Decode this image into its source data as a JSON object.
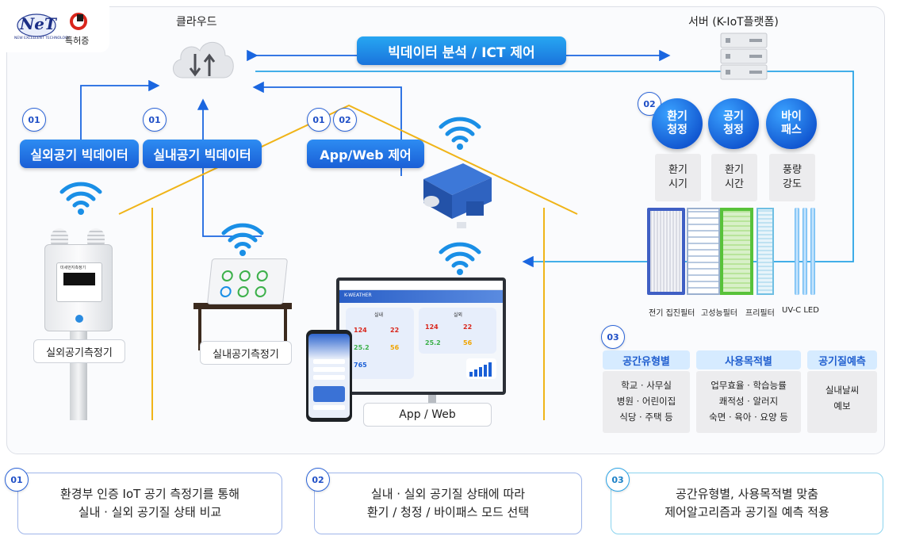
{
  "logo": {
    "brand": "NeT",
    "brand_sub": "NEW EXCELLENT TECHNOLOGY",
    "patent": "특허증"
  },
  "top": {
    "cloud_label": "클라우드",
    "server_label": "서버 (K-IoT플랫폼)",
    "bigdata_button": "빅데이터 분석 / ICT 제어"
  },
  "tags": {
    "outdoor_bigdata": "실외공기 빅데이터",
    "indoor_bigdata": "실내공기 빅데이터",
    "app_web_control": "App/Web 제어"
  },
  "numbers": {
    "n01": "01",
    "n02": "02",
    "n03": "03"
  },
  "devices": {
    "outdoor_meter": "실외공기측정기",
    "indoor_meter": "실내공기측정기",
    "app_web": "App / Web"
  },
  "modes": [
    {
      "name": "환기\n청정",
      "detail": "환기\n시기"
    },
    {
      "name": "공기\n청정",
      "detail": "환기\n시간"
    },
    {
      "name": "바이\n패스",
      "detail": "풍량\n강도"
    }
  ],
  "filters": [
    "전기 집진필터",
    "고성능필터",
    "프리필터",
    "UV-C LED"
  ],
  "categories": [
    {
      "title": "공간유형별",
      "lines": [
        "학교 · 사무실",
        "병원 · 어린이집",
        "식당 · 주택 등"
      ]
    },
    {
      "title": "사용목적별",
      "lines": [
        "업무효율 · 학습능률",
        "쾌적성 · 알러지",
        "숙면 · 육아 · 요양 등"
      ]
    },
    {
      "title": "공기질예측",
      "lines": [
        "실내날씨",
        "예보"
      ]
    }
  ],
  "footer": [
    {
      "num": "01",
      "line1": "환경부 인증 IoT 공기 측정기를 통해",
      "line2": "실내 · 실외 공기질 상태 비교"
    },
    {
      "num": "02",
      "line1": "실내 · 실외 공기질 상태에 따라",
      "line2": "환기 / 청정 / 바이패스 모드 선택"
    },
    {
      "num": "03",
      "line1": "공간유형별, 사용목적별  맞춤",
      "line2": "제어알고리즘과 공기질 예측 적용"
    }
  ],
  "dashboard": {
    "header": "K-WEATHER",
    "indoor": "실내",
    "outdoor": "실외",
    "values_indoor": [
      "124",
      "22",
      "25.2",
      "56",
      "765"
    ],
    "values_outdoor": [
      "124",
      "22",
      "25.2",
      "56"
    ]
  },
  "meter_screen": "미세먼지측정기",
  "colors": {
    "accent": "#1f5ecf",
    "line_blue": "#1a66e0",
    "line_yellow": "#f0b418",
    "cyan": "#29a3e6"
  }
}
